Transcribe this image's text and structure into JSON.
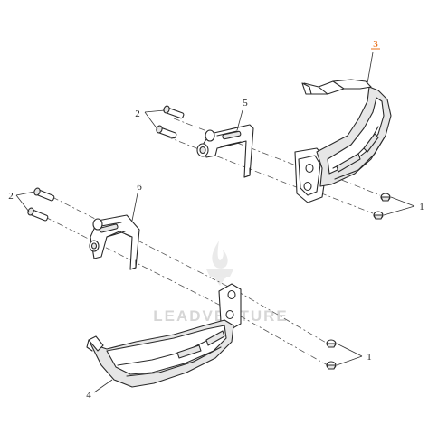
{
  "callouts": {
    "c1_upper": "1",
    "c1_lower": "1",
    "c2_upper": "2",
    "c2_lower": "2",
    "c3": "3",
    "c4": "4",
    "c5": "5",
    "c6": "6"
  },
  "watermark": {
    "text": "LEADVENTURE",
    "logo": "flame-logo"
  },
  "colors": {
    "highlight": "#e8701a",
    "line": "#2a2a2a",
    "shade": "#e6e6e6",
    "watermark": "#d6d6d6"
  }
}
